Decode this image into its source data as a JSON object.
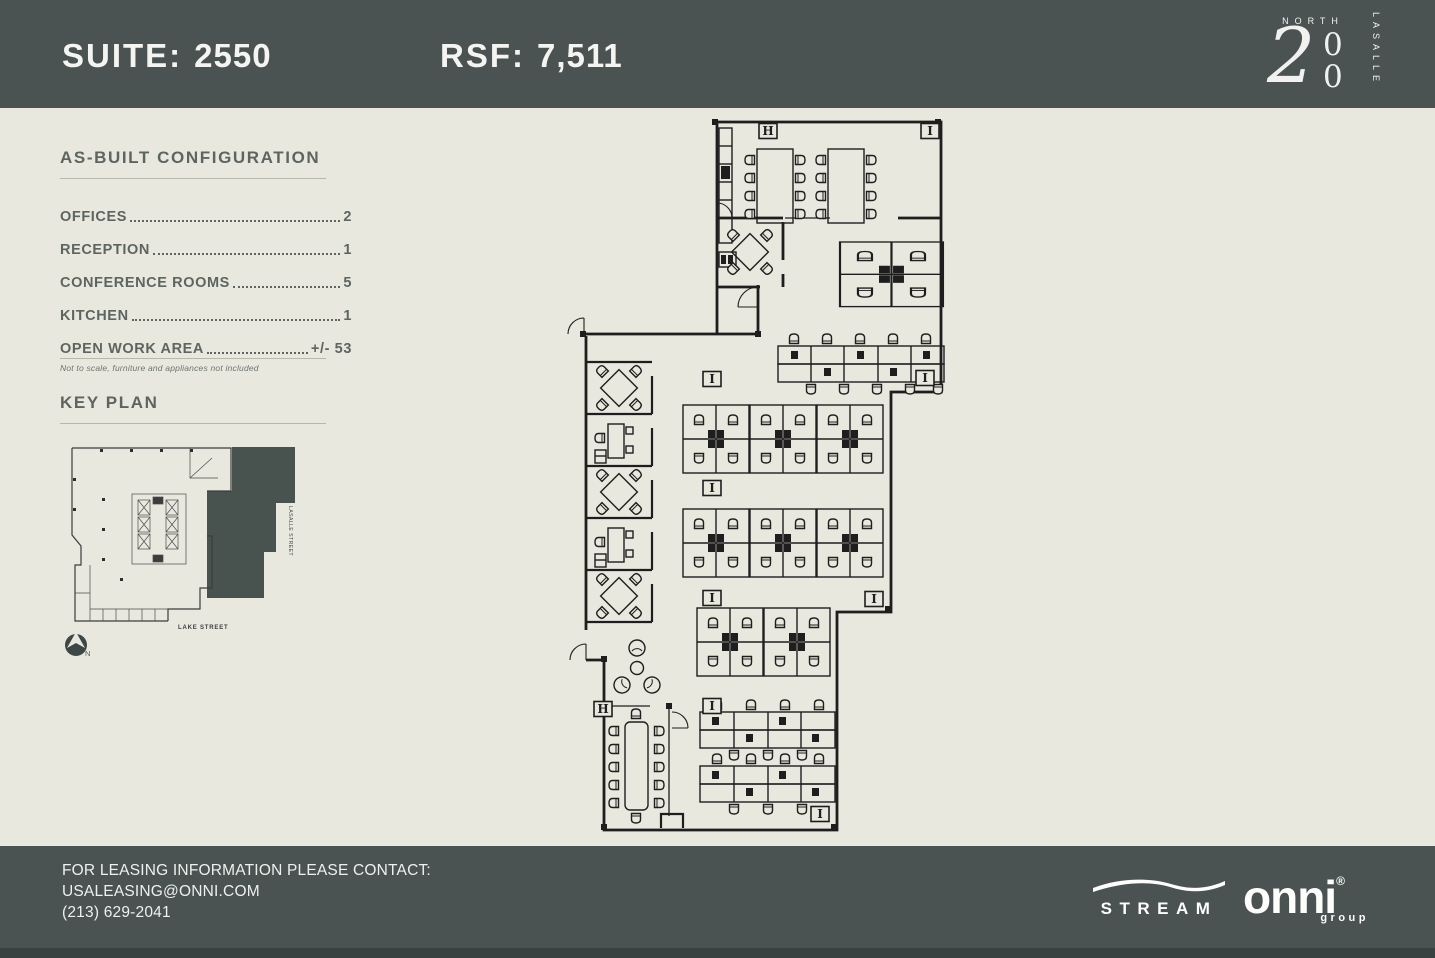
{
  "header": {
    "suite_label": "SUITE:",
    "suite_value": "2550",
    "rsf_label": "RSF:",
    "rsf_value": "7,511",
    "logo": {
      "north": "NORTH",
      "two": "2",
      "zero_top": "0",
      "zero_bottom": "0",
      "lasalle": "LASALLE"
    }
  },
  "config": {
    "title": "AS-BUILT CONFIGURATION",
    "items": [
      {
        "label": "OFFICES",
        "value": "2"
      },
      {
        "label": "RECEPTION",
        "value": "1"
      },
      {
        "label": "CONFERENCE ROOMS",
        "value": "5"
      },
      {
        "label": "KITCHEN",
        "value": "1"
      },
      {
        "label": "OPEN WORK AREA",
        "value": "+/- 53"
      }
    ],
    "note": "Not to scale, furniture and appliances not included"
  },
  "key_plan": {
    "title": "KEY PLAN",
    "street_right": "LASALLE STREET",
    "street_bottom": "LAKE STREET",
    "north_label": "N"
  },
  "plan": {
    "markers": [
      "H",
      "I",
      "I",
      "I",
      "I",
      "I",
      "I",
      "I",
      "H",
      "I"
    ]
  },
  "footer": {
    "contact_line1": "FOR LEASING INFORMATION PLEASE CONTACT:",
    "contact_line2": "USALEASING@ONNI.COM",
    "contact_line3": "(213) 629-2041",
    "stream_label": "STREAM",
    "onni_label": "onni",
    "onni_reg": "®",
    "onni_sub": "group"
  },
  "colors": {
    "slate": "#4a5352",
    "beige": "#e9e8de",
    "line": "#1e1e1e"
  }
}
